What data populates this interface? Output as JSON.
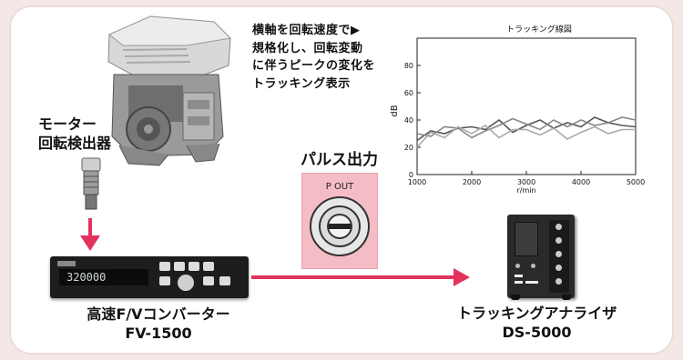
{
  "description": "横軸を回転速度で▶\n規格化し、回転変動\nに伴うピークの変化を\nトラッキング表示",
  "labels": {
    "motor_sensor": "モーター\n回転検出器",
    "pulse_output": "パルス出力",
    "pout": "P OUT",
    "fv_converter": "高速F/Vコンバーター\nFV-1500",
    "tracking_analyzer": "トラッキングアナライザ\nDS-5000",
    "fv_display": "320000"
  },
  "colors": {
    "arrow": "#e2335c",
    "panel": "#f4bcc4"
  },
  "chart_data": {
    "type": "line",
    "title": "トラッキング線図",
    "xlabel": "r/min",
    "ylabel": "dB",
    "xlim": [
      1000,
      5000
    ],
    "ylim": [
      0,
      100
    ],
    "xticks": [
      1000,
      2000,
      3000,
      4000,
      5000
    ],
    "yticks": [
      0,
      20,
      40,
      60,
      80
    ],
    "grid": false,
    "series": [
      {
        "color": "#555555",
        "points": [
          [
            1000,
            25
          ],
          [
            1250,
            32
          ],
          [
            1500,
            30
          ],
          [
            1750,
            34
          ],
          [
            2000,
            35
          ],
          [
            2250,
            33
          ],
          [
            2500,
            40
          ],
          [
            2750,
            31
          ],
          [
            3000,
            36
          ],
          [
            3250,
            40
          ],
          [
            3500,
            34
          ],
          [
            3750,
            38
          ],
          [
            4000,
            35
          ],
          [
            4250,
            42
          ],
          [
            4500,
            38
          ],
          [
            4750,
            36
          ],
          [
            5000,
            35
          ]
        ]
      },
      {
        "color": "#888888",
        "points": [
          [
            1000,
            30
          ],
          [
            1250,
            28
          ],
          [
            1500,
            35
          ],
          [
            1750,
            34
          ],
          [
            2000,
            27
          ],
          [
            2250,
            32
          ],
          [
            2500,
            36
          ],
          [
            2750,
            41
          ],
          [
            3000,
            37
          ],
          [
            3250,
            33
          ],
          [
            3500,
            40
          ],
          [
            3750,
            35
          ],
          [
            4000,
            40
          ],
          [
            4250,
            36
          ],
          [
            4500,
            38
          ],
          [
            4750,
            42
          ],
          [
            5000,
            40
          ]
        ]
      },
      {
        "color": "#aaaaaa",
        "points": [
          [
            1000,
            20
          ],
          [
            1250,
            31
          ],
          [
            1500,
            27
          ],
          [
            1750,
            35
          ],
          [
            2000,
            30
          ],
          [
            2250,
            36
          ],
          [
            2500,
            27
          ],
          [
            2750,
            33
          ],
          [
            3000,
            33
          ],
          [
            3250,
            29
          ],
          [
            3500,
            34
          ],
          [
            3750,
            26
          ],
          [
            4000,
            31
          ],
          [
            4250,
            35
          ],
          [
            4500,
            30
          ],
          [
            4750,
            33
          ],
          [
            5000,
            33
          ]
        ]
      }
    ]
  }
}
